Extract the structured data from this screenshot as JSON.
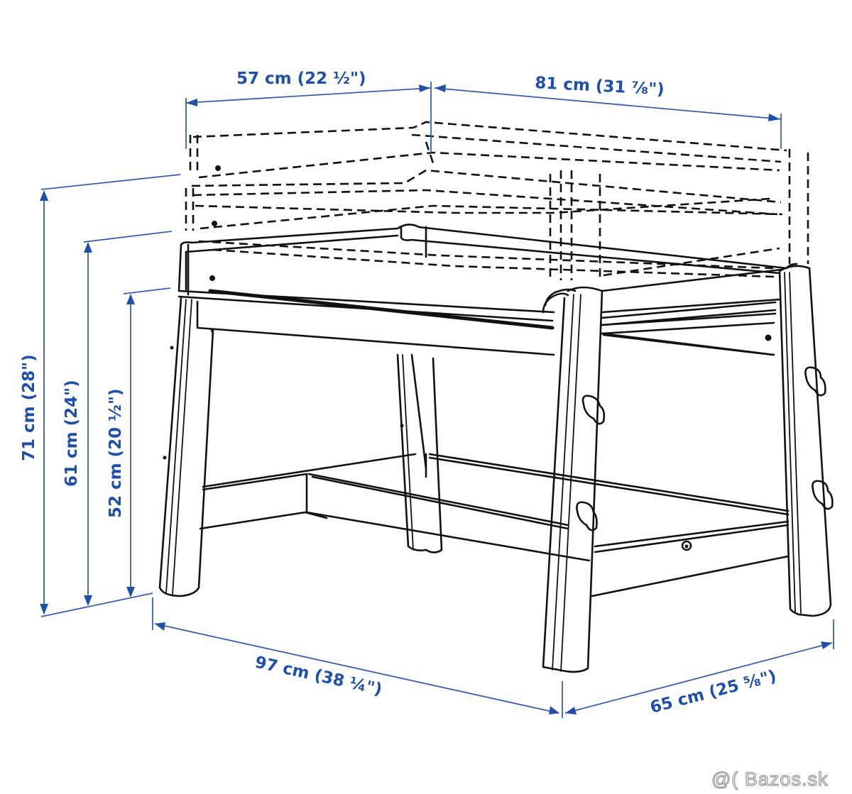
{
  "diagram": {
    "subject": "adjustable children's desk, line drawing with dimensions",
    "colors": {
      "dimension": "#1f4fa6",
      "ink": "#111111",
      "background": "#ffffff",
      "watermark": "#9a9a9a"
    },
    "dimensions": {
      "top_depth": "57 cm (22 ½\")",
      "top_width": "81 cm (31 ⅞\")",
      "height_max": "71 cm (28\")",
      "height_mid": "61 cm (24\")",
      "height_min": "52 cm (20 ½\")",
      "base_length": "97 cm (38 ¼\")",
      "base_depth": "65 cm (25 ⅝\")"
    }
  },
  "watermark": {
    "text": "@( Bazos.sk"
  }
}
